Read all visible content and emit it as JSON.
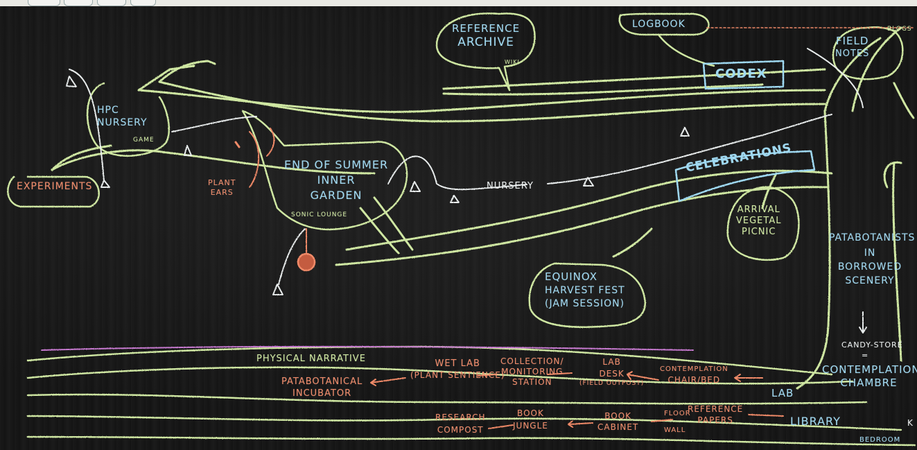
{
  "labels": {
    "reference_archive_1": "REFERENCE",
    "reference_archive_2": "ARCHIVE",
    "wiki": "WIKI",
    "logbook": "LOGBOOK",
    "blogs": "BLOGS",
    "codex": "CODEX",
    "field_notes_1": "FIELD",
    "field_notes_2": "NOTES",
    "hpc_1": "HPC",
    "hpc_2": "NURSERY",
    "game": "GAME",
    "experiments": "EXPERIMENTS",
    "plant_ears_1": "PLANT",
    "plant_ears_2": "EARS",
    "garden_1": "END OF SUMMER",
    "garden_2": "INNER",
    "garden_3": "GARDEN",
    "sonic_lounge": "SONIC LOUNGE",
    "nursery": "NURSERY",
    "celebrations": "CELEBRATIONS",
    "picnic_1": "ARRIVAL",
    "picnic_2": "VEGETAL",
    "picnic_3": "PICNIC",
    "equinox_1": "EQUINOX",
    "equinox_2": "HARVEST FEST",
    "equinox_3": "(JAM SESSION)",
    "pata_1": "PATABOTANISTS",
    "pata_2": "IN",
    "pata_3": "BORROWED",
    "pata_4": "SCENERY",
    "candy_store": "CANDY-STORE",
    "equals": "=",
    "contemplation_1": "CONTEMPLATION",
    "contemplation_2": "CHAMBRE",
    "physical_narrative": "PHYSICAL NARRATIVE",
    "wet_lab_1": "WET LAB",
    "wet_lab_2": "(PLANT SENTIENCE)",
    "incubator_1": "PATABOTANICAL",
    "incubator_2": "INCUBATOR",
    "collection_1": "COLLECTION/",
    "collection_2": "MONITORING",
    "collection_3": "STATION",
    "lab_desk_1": "LAB",
    "lab_desk_2": "DESK",
    "lab_desk_3": "(FIELD OUTPOST)",
    "chair_1": "CONTEMPLATION",
    "chair_2": "CHAIR/BED",
    "lab": "LAB",
    "library": "LIBRARY",
    "ref_papers_1": "REFERENCE",
    "ref_papers_2": "PAPERS",
    "floor": "FLOOR",
    "wall": "WALL",
    "book_cabinet_1": "BOOK",
    "book_cabinet_2": "CABINET",
    "book_jungle_1": "BOOK",
    "book_jungle_2": "JUNGLE",
    "research_compost_1": "RESEARCH",
    "research_compost_2": "COMPOST",
    "bedroom": "BEDROOM",
    "k": "K"
  },
  "colors": {
    "chalk_green": "#cfe7a2",
    "chalk_blue": "#9fd9f2",
    "chalk_orange": "#f08a68",
    "chalk_white": "#e8ecec",
    "chalk_pink": "#c77ad0",
    "board": "#141414"
  }
}
